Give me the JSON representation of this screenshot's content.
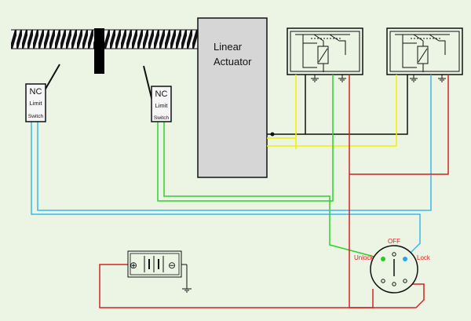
{
  "actuator": {
    "line1": "Linear",
    "line2": "Actuator"
  },
  "limit_switch_left": {
    "nc": "NC",
    "limit": "Limit",
    "switch": "Switch"
  },
  "limit_switch_right": {
    "nc": "NC",
    "limit": "Limit",
    "switch": "Switch"
  },
  "selector": {
    "off": "OFF",
    "unlock": "Unlock",
    "lock": "Lock"
  },
  "battery": {
    "plus": "⊕",
    "minus": "⊖"
  },
  "colors": {
    "background": "#ecf4e4",
    "actuator_fill": "#d6d6d6",
    "red_wire": "#d42424",
    "yellow_wire": "#f2f200",
    "green_wire": "#30d030",
    "blue_wire": "#38b8ee",
    "black_wire": "#101010",
    "unlock_dot": "#22cc22",
    "lock_dot": "#22aaee",
    "label_red": "#e02020"
  }
}
